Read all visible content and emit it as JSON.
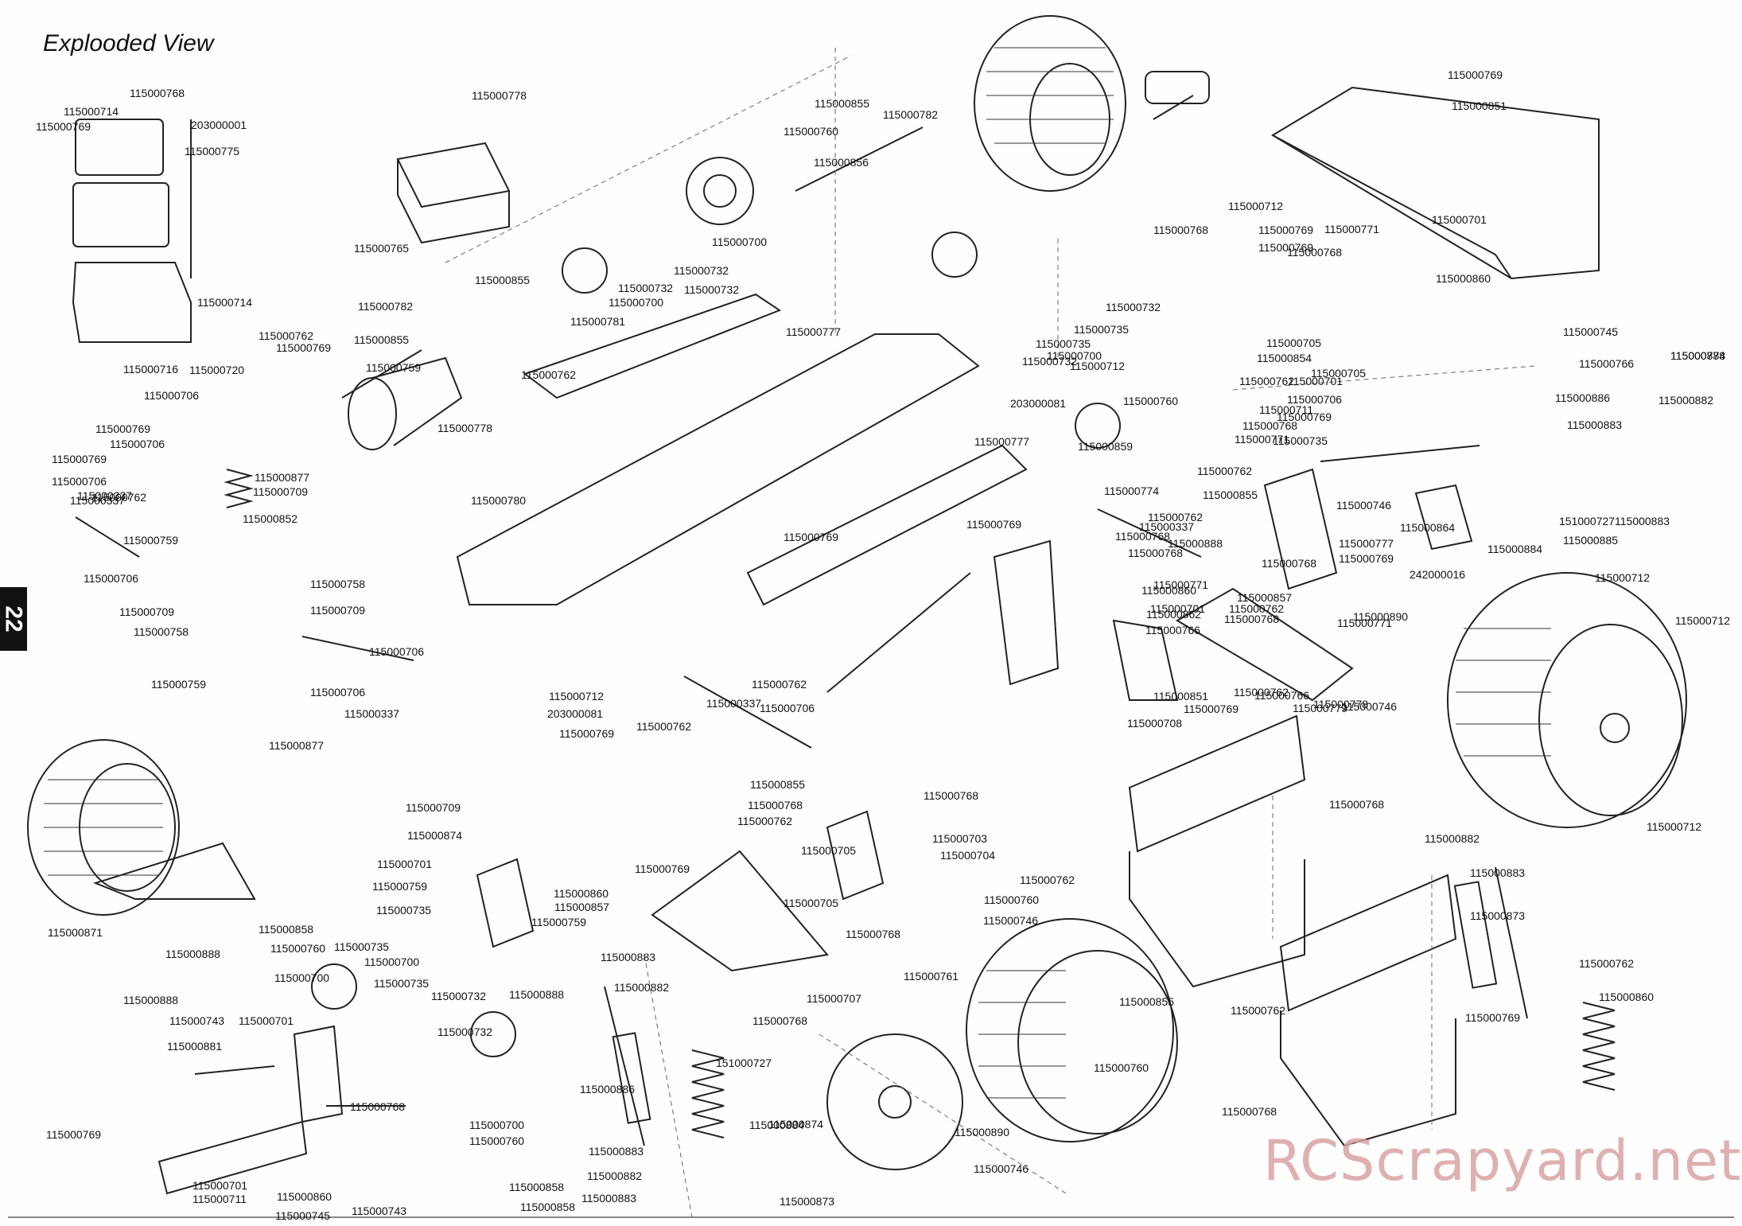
{
  "title": "Explooded View",
  "page_number": "22",
  "watermark": "RCScrapyard.net",
  "labels": [
    "115000768",
    "115000714",
    "115000769",
    "203000001",
    "115000775",
    "115000714",
    "115000716",
    "115000720",
    "115000706",
    "115000762",
    "115000769",
    "115000769",
    "115000706",
    "115000769",
    "115000706",
    "115000762",
    "115000337",
    "115000877",
    "115000709",
    "115000337",
    "115000852",
    "115000759",
    "115000706",
    "115000758",
    "115000709",
    "115000709",
    "115000758",
    "115000706",
    "115000759",
    "115000706",
    "115000337",
    "115000877",
    "115000765",
    "115000778",
    "115000782",
    "115000855",
    "115000778",
    "115000759",
    "115000780",
    "115000762",
    "115000781",
    "115000855",
    "115000700",
    "115000732",
    "115000732",
    "115000855",
    "115000760",
    "115000782",
    "115000856",
    "115000700",
    "115000732",
    "115000777",
    "115000777",
    "115000769",
    "115000769",
    "115000712",
    "203000081",
    "115000769",
    "115000762",
    "115000762",
    "115000706",
    "115000337",
    "115000709",
    "115000874",
    "115000701",
    "115000759",
    "115000735",
    "115000860",
    "115000857",
    "115000759",
    "115000769",
    "115000855",
    "115000768",
    "115000768",
    "115000703",
    "115000704",
    "115000762",
    "115000760",
    "115000746",
    "115000761",
    "115000768",
    "115000707",
    "115000768",
    "115000762",
    "115000705",
    "115000705",
    "115000883",
    "115000882",
    "115000886",
    "115000883",
    "115000882",
    "115000883",
    "151000727",
    "115000884",
    "115000873",
    "115000890",
    "115000746",
    "115000874",
    "115000858",
    "115000888",
    "115000760",
    "115000735",
    "115000700",
    "115000735",
    "115000732",
    "115000732",
    "115000701",
    "115000743",
    "115000881",
    "115000888",
    "115000769",
    "115000768",
    "115000700",
    "115000760",
    "115000858",
    "115000743",
    "115000860",
    "115000745",
    "115000701",
    "115000711",
    "115000871",
    "115000888",
    "115000858",
    "115000700",
    "115000855",
    "115000760",
    "115000732",
    "115000735",
    "115000732",
    "115000712",
    "203000081",
    "115000735",
    "115000700",
    "115000760",
    "115000859",
    "115000774",
    "115000762",
    "115000337",
    "115000768",
    "115000768",
    "115000888",
    "115000862",
    "115000771",
    "115000766",
    "115000712",
    "115000768",
    "115000769",
    "115000771",
    "115000768",
    "115000769",
    "115000705",
    "115000854",
    "115000762",
    "115000701",
    "115000705",
    "115000706",
    "115000768",
    "115000771",
    "115000769",
    "115000735",
    "115000762",
    "115000855",
    "115000711",
    "115000777",
    "115000769",
    "115000768",
    "115000857",
    "115000860",
    "115000701",
    "115000762",
    "115000768",
    "115000762",
    "115000769",
    "115000708",
    "115000851",
    "115000766",
    "115000746",
    "115000864",
    "115000890",
    "115000746",
    "115000779",
    "115000778",
    "115000778",
    "115000771",
    "242000016",
    "115000712",
    "115000712",
    "115000712",
    "115000768",
    "115000762",
    "115000768",
    "115000769",
    "115000851",
    "115000701",
    "115000860",
    "115000745",
    "115000766",
    "115000886",
    "115000883",
    "115000882",
    "115000884",
    "151000727",
    "115000883",
    "115000885",
    "115000884",
    "115000882",
    "115000883",
    "115000873",
    "115000762",
    "115000860",
    "115000769"
  ]
}
